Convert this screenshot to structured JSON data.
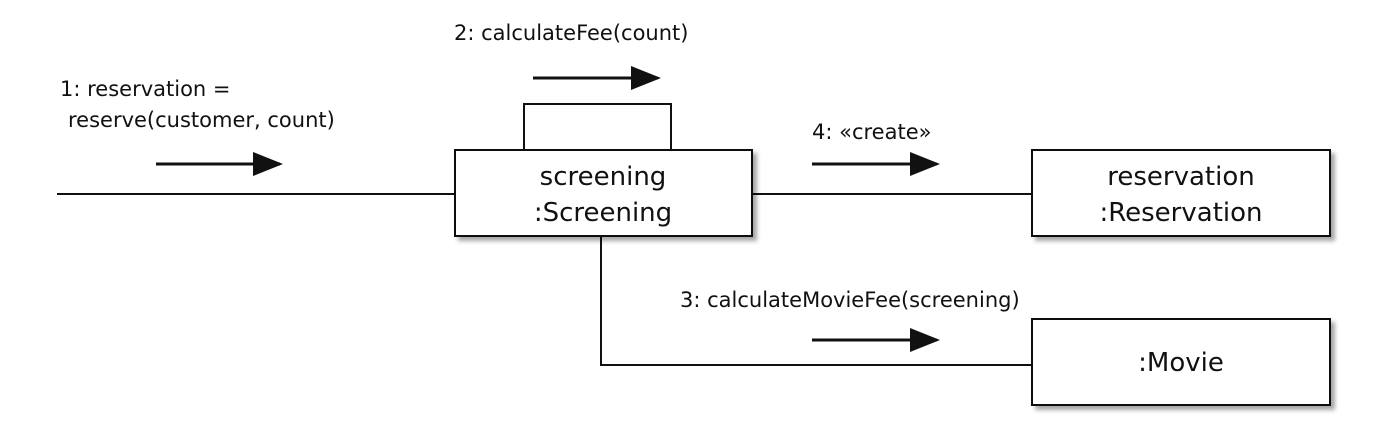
{
  "objects": {
    "screening": {
      "name": "screening",
      "type": ":Screening"
    },
    "reservation": {
      "name": "reservation",
      "type": ":Reservation"
    },
    "movie": {
      "type": ":Movie"
    }
  },
  "messages": {
    "reserve": {
      "line1": "1: reservation =",
      "line2": "reserve(customer, count)"
    },
    "calculate_fee": {
      "label": "2: calculateFee(count)"
    },
    "calculate_movie_fee": {
      "label": "3: calculateMovieFee(screening)"
    },
    "create": {
      "label": "4: «create»"
    }
  }
}
